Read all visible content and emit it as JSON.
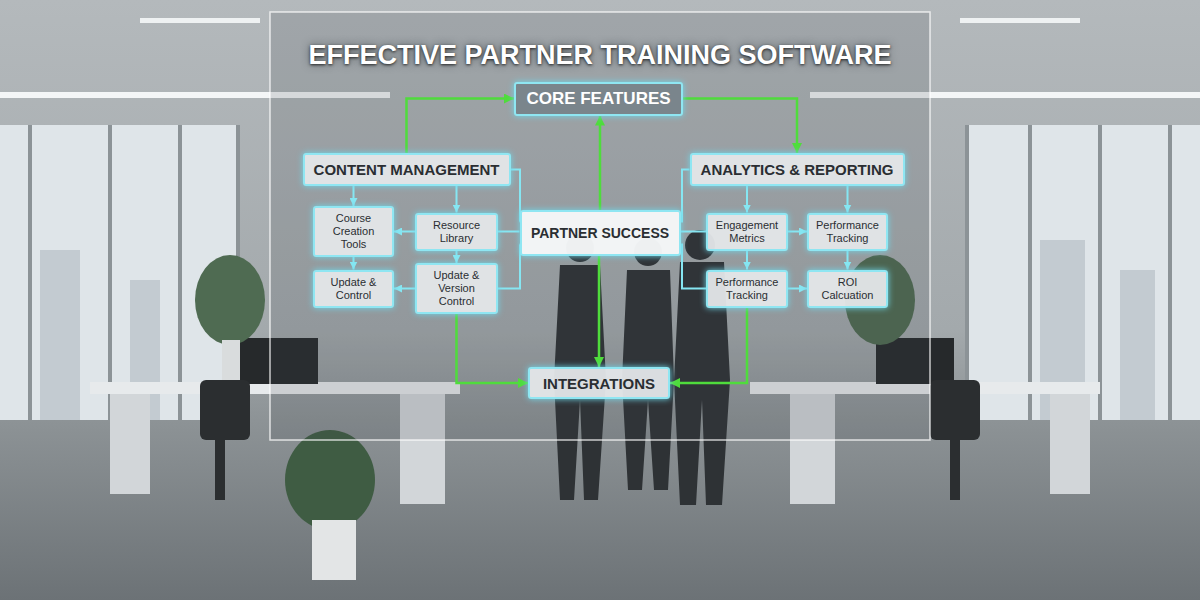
{
  "diagram": {
    "title": "EFFECTIVE PARTNER TRAINING SOFTWARE",
    "nodes": [
      {
        "text": [
          "CORE FEATURES"
        ]
      },
      {
        "text": [
          "CONTENT MANAGEMENT"
        ]
      },
      {
        "text": [
          "ANALYTICS & REPORTING"
        ]
      },
      {
        "text": [
          "Course Creation Tools"
        ]
      },
      {
        "text": [
          "Resource Library"
        ]
      },
      {
        "text": [
          "PARTNER SUCCESS"
        ]
      },
      {
        "text": [
          "Engagement Metrics"
        ]
      },
      {
        "text": [
          "Performance Tracking"
        ]
      },
      {
        "text": [
          "Update & Control"
        ]
      },
      {
        "text": [
          "Update & Version Control"
        ]
      },
      {
        "text": [
          "Performance Tracking"
        ]
      },
      {
        "text": [
          "ROI Calcuation"
        ]
      },
      {
        "text": [
          "INTEGRATIONS"
        ]
      }
    ],
    "edges": [
      {
        "from": 1,
        "to": 0,
        "arrow": "to"
      },
      {
        "from": 0,
        "to": 2,
        "arrow": "to"
      },
      {
        "from": 5,
        "to": 0,
        "arrow": "to"
      },
      {
        "from": 5,
        "to": 12,
        "arrow": "to"
      },
      {
        "from": 9,
        "to": 12,
        "arrow": "to"
      },
      {
        "from": 10,
        "to": 12,
        "arrow": "to"
      },
      {
        "from": 1,
        "to": 3,
        "arrow": "to"
      },
      {
        "from": 1,
        "to": 4,
        "arrow": "to"
      },
      {
        "from": 3,
        "to": 8,
        "arrow": "to"
      },
      {
        "from": 4,
        "to": 3,
        "arrow": "to"
      },
      {
        "from": 4,
        "to": 9,
        "arrow": "to"
      },
      {
        "from": 9,
        "to": 8,
        "arrow": "to"
      },
      {
        "from": 1,
        "to": 5,
        "arrow": "none"
      },
      {
        "from": 4,
        "to": 5,
        "arrow": "none"
      },
      {
        "from": 9,
        "to": 5,
        "arrow": "none"
      },
      {
        "from": 5,
        "to": 2,
        "arrow": "none"
      },
      {
        "from": 5,
        "to": 6,
        "arrow": "none"
      },
      {
        "from": 5,
        "to": 10,
        "arrow": "none"
      },
      {
        "from": 2,
        "to": 6,
        "arrow": "to"
      },
      {
        "from": 2,
        "to": 7,
        "arrow": "to"
      },
      {
        "from": 6,
        "to": 7,
        "arrow": "to"
      },
      {
        "from": 6,
        "to": 10,
        "arrow": "to"
      },
      {
        "from": 10,
        "to": 11,
        "arrow": "to"
      },
      {
        "from": 7,
        "to": 11,
        "arrow": "to"
      }
    ]
  }
}
